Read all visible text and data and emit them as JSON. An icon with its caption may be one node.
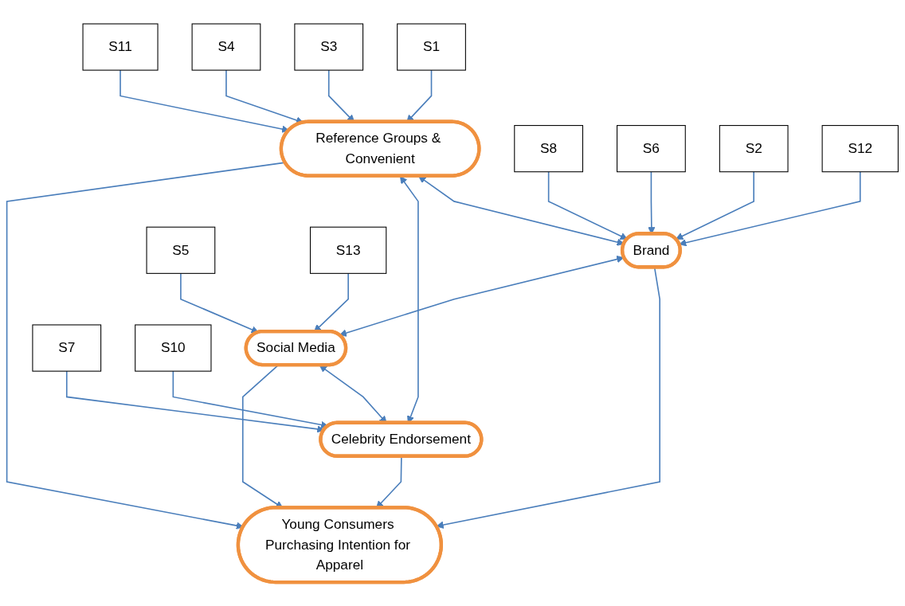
{
  "diagram": {
    "nodes": [
      {
        "text": [
          "Reference Groups & Convenient"
        ]
      },
      {
        "text": [
          "Brand"
        ]
      },
      {
        "text": [
          "Young Consumers Purchasing Intention for Apparel"
        ]
      },
      {
        "text": [
          "Celebrity Endorsement"
        ]
      },
      {
        "text": [
          "Social Media"
        ]
      },
      {
        "text": [
          "S1"
        ]
      },
      {
        "text": [
          "S3"
        ]
      },
      {
        "text": [
          "S4"
        ]
      },
      {
        "text": [
          "S11"
        ]
      },
      {
        "text": [
          "S8"
        ]
      },
      {
        "text": [
          "S6"
        ]
      },
      {
        "text": [
          "S2"
        ]
      },
      {
        "text": [
          "S12"
        ]
      },
      {
        "text": [
          "S7"
        ]
      },
      {
        "text": [
          "S10"
        ]
      },
      {
        "text": [
          "S5"
        ]
      },
      {
        "text": [
          "S13"
        ]
      }
    ],
    "edges": [
      {
        "from": 5,
        "to": 0,
        "arrow": "to"
      },
      {
        "from": 6,
        "to": 0,
        "arrow": "to"
      },
      {
        "from": 7,
        "to": 0,
        "arrow": "to"
      },
      {
        "from": 8,
        "to": 0,
        "arrow": "to"
      },
      {
        "from": 0,
        "to": 1,
        "arrow": "both"
      },
      {
        "from": 0,
        "to": 3,
        "arrow": "both"
      },
      {
        "from": 0,
        "to": 2,
        "arrow": "to"
      },
      {
        "from": 9,
        "to": 1,
        "arrow": "to"
      },
      {
        "from": 10,
        "to": 1,
        "arrow": "to"
      },
      {
        "from": 11,
        "to": 1,
        "arrow": "to"
      },
      {
        "from": 12,
        "to": 1,
        "arrow": "to"
      },
      {
        "from": 1,
        "to": 2,
        "arrow": "to"
      },
      {
        "from": 13,
        "to": 3,
        "arrow": "to"
      },
      {
        "from": 14,
        "to": 3,
        "arrow": "to"
      },
      {
        "from": 3,
        "to": 2,
        "arrow": "to"
      },
      {
        "from": 1,
        "to": 4,
        "arrow": "both"
      },
      {
        "from": 4,
        "to": 3,
        "arrow": "both"
      },
      {
        "from": 4,
        "to": 2,
        "arrow": "to"
      },
      {
        "from": 15,
        "to": 4,
        "arrow": "to"
      },
      {
        "from": 16,
        "to": 4,
        "arrow": "to"
      }
    ]
  }
}
